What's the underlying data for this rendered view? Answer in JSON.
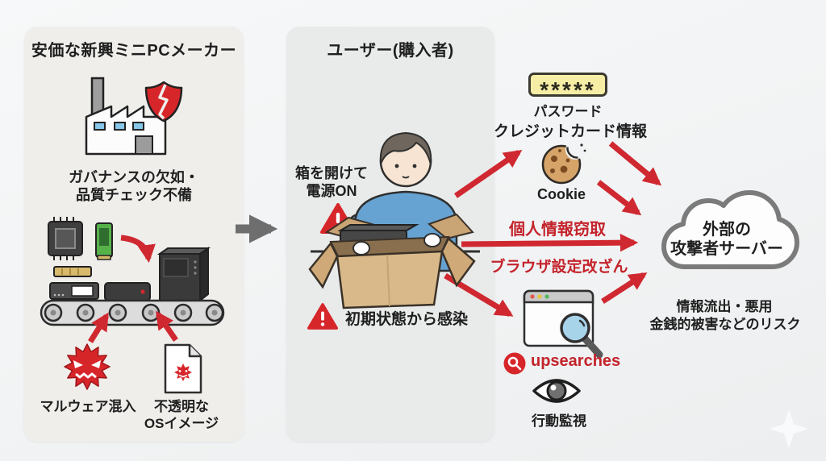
{
  "colors": {
    "red": "#d02830",
    "red_text": "#c4232b",
    "panel_left": "#efeeeb",
    "panel_mid": "#e9eaea",
    "gray_arrow": "#6e6e6e",
    "cloud_stroke": "#7b7b7b",
    "password_bg": "#f6eea5",
    "sweater_blue": "#66a3d2",
    "cardboard": "#d9b98a",
    "cookie_tan": "#d6a468",
    "lens_blue": "#a8d4ea",
    "shield_red": "#d7262a"
  },
  "left_panel": {
    "title": "安価な新興ミニPCメーカー",
    "governance_line1": "ガバナンスの欠如・",
    "governance_line2": "品質チェック不備",
    "malware_label": "マルウェア混入",
    "os_image_line1": "不透明な",
    "os_image_line2": "OSイメージ"
  },
  "middle_panel": {
    "title": "ユーザー(購入者)",
    "open_box_line1": "箱を開けて",
    "open_box_line2": "電源ON",
    "infection_label": "初期状態から感染"
  },
  "right_section": {
    "password_mask": "*****",
    "password_label": "パスワード",
    "credit_card_label": "クレジットカード情報",
    "cookie_label": "Cookie",
    "data_theft_label": "個人情報窃取",
    "browser_tamper_label": "ブラウザ設定改ざん",
    "upsearches_label": "upsearches",
    "monitoring_label": "行動監視"
  },
  "cloud": {
    "title_line1": "外部の",
    "title_line2": "攻撃者サーバー",
    "risk_line1": "情報流出・悪用",
    "risk_line2": "金銭的被害などのリスク"
  },
  "icons": {
    "factory-icon": "factory with chimney and blue windows",
    "broken-shield-icon": "red shield with lightning crack",
    "cpu-icon": "cpu chip",
    "ram-icon": "green memory stick",
    "gold-module-icon": "gold component",
    "ssd-icon": "drive with label",
    "mini-pc-icon": "dark mini pc",
    "pc-tower-icon": "desktop tower",
    "conveyor-icon": "conveyor belt with wheels",
    "virus-icon": "red spiky malware face",
    "os-file-icon": "document with small virus",
    "warning-icon": "red triangle with exclamation",
    "person-icon": "user in blue sweater opening cardboard box",
    "cookie-icon": "bitten cookie with crumbs",
    "browser-icon": "browser window with magnifying glass",
    "search-badge-icon": "red circle with white magnifier",
    "eye-icon": "surveillance eye",
    "cloud-icon": "outlined attacker-server cloud",
    "sparkle-icon": "faint white four-point star"
  }
}
